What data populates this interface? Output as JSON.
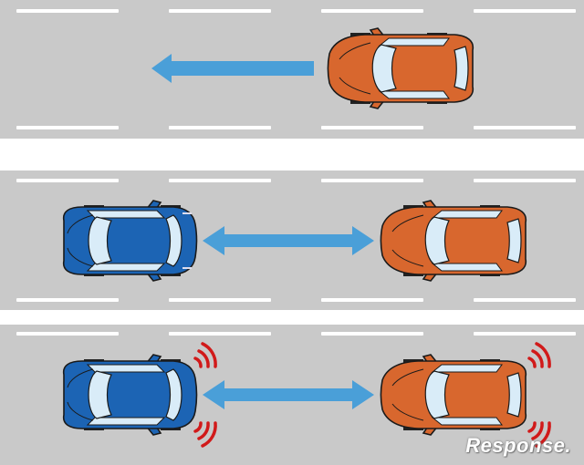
{
  "diagram": {
    "panels": [
      {
        "id": "panel-1",
        "cars": [
          "orange"
        ],
        "arrow": "single-left",
        "sensor_waves": false
      },
      {
        "id": "panel-2",
        "cars": [
          "blue",
          "orange"
        ],
        "arrow": "double",
        "sensor_waves": false
      },
      {
        "id": "panel-3",
        "cars": [
          "blue",
          "orange"
        ],
        "arrow": "double",
        "sensor_waves": true
      }
    ],
    "colors": {
      "road": "#c9c9c9",
      "lane_mark": "#ffffff",
      "arrow": "#4a9fd8",
      "car_orange": "#d8672e",
      "car_blue": "#1c64b4",
      "window": "#d9ecf8",
      "sensor_wave": "#d11a1a"
    }
  },
  "watermark": {
    "text": "Response."
  }
}
